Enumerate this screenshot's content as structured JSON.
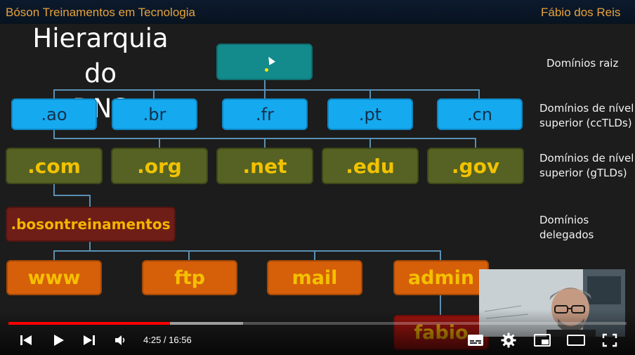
{
  "header": {
    "left": "Bóson Treinamentos em Tecnologia",
    "right": "Fábio dos Reis",
    "accent": "#e6a23c"
  },
  "slide": {
    "title_line1": "Hierarquia do",
    "title_line2": "DNS"
  },
  "labels": {
    "root": "Domínios raiz",
    "cctld_1": "Domínios de nível",
    "cctld_2": "superior (ccTLDs)",
    "gtld_1": "Domínios de nível",
    "gtld_2": "superior (gTLDs)",
    "deleg_1": "Domínios",
    "deleg_2": "delegados"
  },
  "tree": {
    "root": ".",
    "cctlds": [
      ".ao",
      ".br",
      ".fr",
      ".pt",
      ".cn"
    ],
    "gtlds": [
      ".com",
      ".org",
      ".net",
      ".edu",
      ".gov"
    ],
    "delegated": ".bosontreinamentos",
    "hosts": [
      "www",
      "ftp",
      "mail",
      "admin"
    ],
    "subhost": "fabio"
  },
  "player": {
    "current_time": "4:25",
    "duration": "16:56",
    "time_text": "4:25 / 16:56",
    "progress_fraction": 0.261,
    "buffer_fraction": 0.38,
    "icons": [
      "previous-icon",
      "play-icon",
      "next-icon",
      "volume-icon",
      "subtitles-icon",
      "settings-icon",
      "miniplayer-icon",
      "theater-icon",
      "fullscreen-icon"
    ]
  }
}
